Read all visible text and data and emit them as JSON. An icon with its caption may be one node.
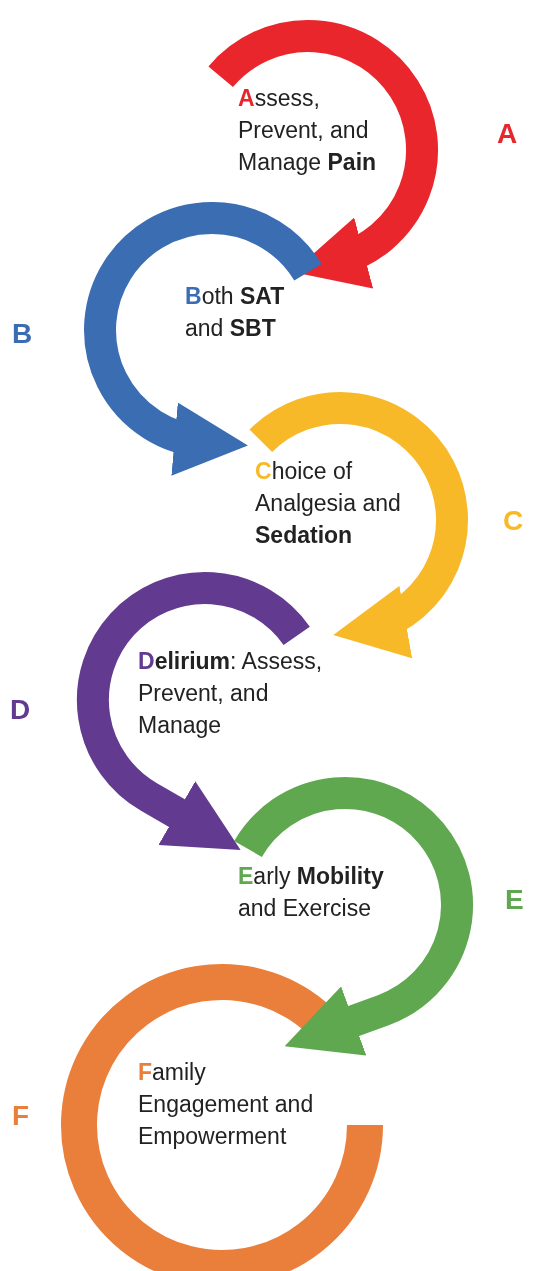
{
  "diagram": {
    "nodes": [
      {
        "text": [
          "**A**ssess, Prevent, and Manage **Pain**"
        ]
      },
      {
        "text": [
          "**B**oth **SAT** and **SBT**"
        ]
      },
      {
        "text": [
          "**C**hoice of Analgesia and **Sedation**"
        ]
      },
      {
        "text": [
          "**Delirium**: Assess, Prevent, and Manage"
        ]
      },
      {
        "text": [
          "**E**arly **Mobility** and Exercise"
        ]
      },
      {
        "text": [
          "**F**amily Engagement and Empowerment"
        ]
      }
    ],
    "labels": [
      "A",
      "B",
      "C",
      "D",
      "E",
      "F"
    ],
    "edges": [
      {
        "from": 0,
        "to": 1,
        "arrow": "to",
        "color": "#e8262b"
      },
      {
        "from": 1,
        "to": 2,
        "arrow": "to",
        "color": "#3b6db3"
      },
      {
        "from": 2,
        "to": 3,
        "arrow": "to",
        "color": "#f7b928"
      },
      {
        "from": 3,
        "to": 4,
        "arrow": "to",
        "color": "#623a8f"
      },
      {
        "from": 4,
        "to": 5,
        "arrow": "to",
        "color": "#5fa84f"
      }
    ]
  }
}
